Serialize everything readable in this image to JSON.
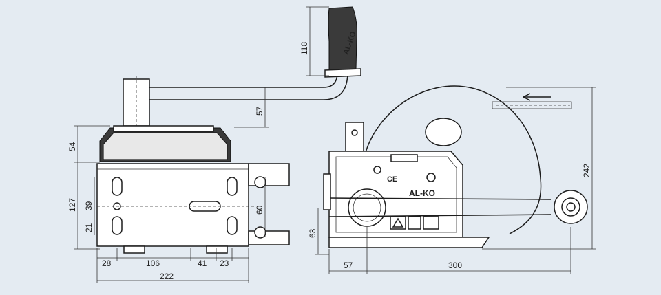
{
  "dimensions": {
    "handle_height": "118",
    "crank_offset": "57",
    "top_height": "54",
    "body_height": "127",
    "mid_39": "39",
    "low_21": "21",
    "center_60": "60",
    "bottom_28": "28",
    "bottom_106": "106",
    "bottom_41": "41",
    "bottom_23": "23",
    "total_width": "222",
    "axis_height": "63",
    "axis_offset": "57",
    "strap_length": "300",
    "overall_height": "242"
  },
  "labels": {
    "brand_handle": "AL-KO",
    "brand_plate": "AL-KO",
    "ce_mark": "CE"
  },
  "colors": {
    "background": "#e4ebf2",
    "line": "#1d1d1d",
    "housing_fill": "#ffffff",
    "grip_fill": "#3a3a3a"
  }
}
